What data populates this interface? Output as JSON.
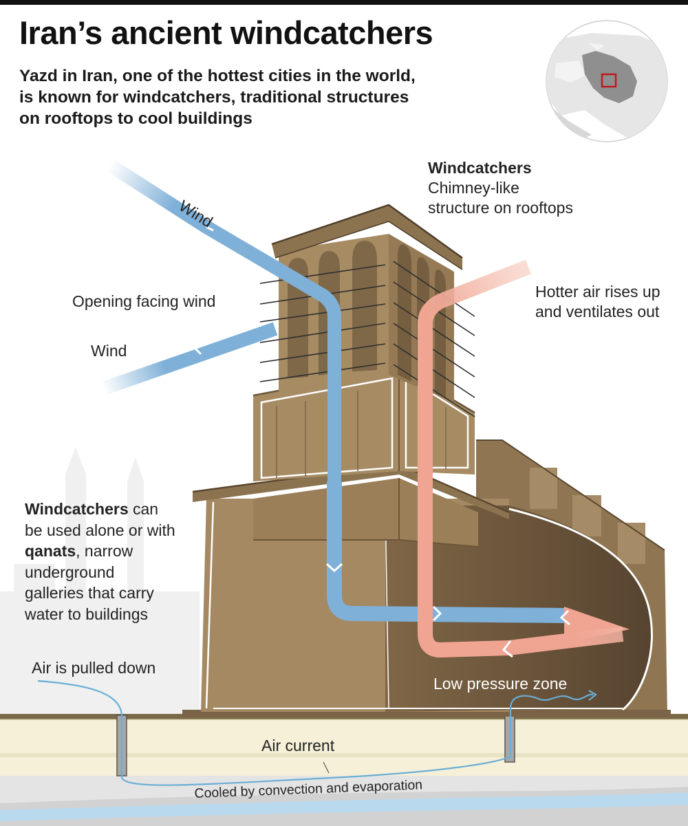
{
  "title": "Iran’s ancient windcatchers",
  "subtitle_lines": [
    "Yazd in Iran, one of the hottest cities in the world,",
    "is known for windcatchers, traditional structures",
    "on rooftops to cool buildings"
  ],
  "labels": {
    "wind_top": "Wind",
    "wind_left": "Wind",
    "opening": "Opening facing wind",
    "windcatchers_heading": "Windcatchers",
    "windcatchers_desc_1": "Chimney-like",
    "windcatchers_desc_2": "structure on rooftops",
    "hotter_1": "Hotter air rises up",
    "hotter_2": "and ventilates out",
    "qanat_bold_1": "Windcatchers",
    "qanat_text_1": " can",
    "qanat_text_2": "be used alone or with",
    "qanat_bold_2": "qanats",
    "qanat_text_3": ", narrow",
    "qanat_text_4": "underground",
    "qanat_text_5": "galleries that carry",
    "qanat_text_6": "water to buildings",
    "pulled_down": "Air is pulled down",
    "low_pressure": "Low pressure zone",
    "air_current": "Air current",
    "cooled": "Cooled by convection and evaporation"
  },
  "colors": {
    "cool_air": "#7fb0d8",
    "warm_air": "#f0a592",
    "building": "#a48962",
    "building_dark": "#6b5438",
    "ground": "#f6f0d8",
    "water": "#b9d9ee"
  },
  "icons": {
    "locator": "iran-locator-map-icon"
  }
}
